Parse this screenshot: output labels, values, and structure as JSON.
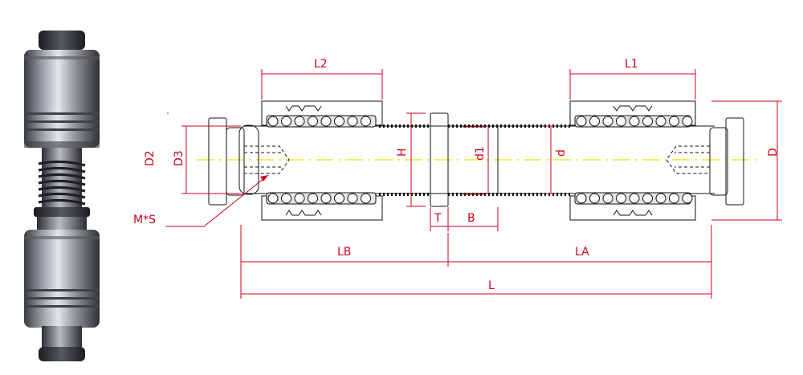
{
  "colors": {
    "dimension": "#d0021b",
    "outline": "#111111",
    "centerline": "#ecec00",
    "photo_steel": "#8c8f96",
    "photo_dark": "#2a2b2f"
  },
  "icons": [
    "guide-post-photo"
  ],
  "dimensions": {
    "L2": "L2",
    "L1": "L1",
    "D2": "D2",
    "D3": "D3",
    "M_S": "M*S",
    "H": "H",
    "d1": "d1",
    "d": "d",
    "D": "D",
    "T": "T",
    "B": "B",
    "LB": "LB",
    "LA": "LA",
    "L": "L"
  }
}
